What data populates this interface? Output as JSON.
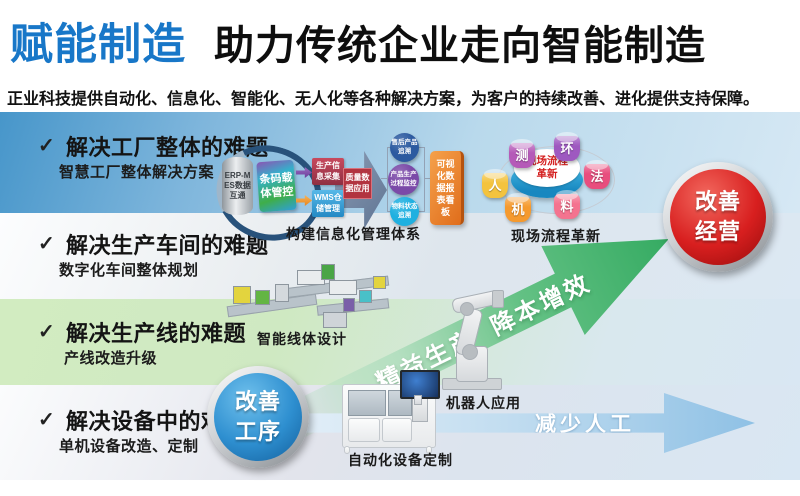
{
  "header": {
    "brand": "赋能制造",
    "title": "助力传统企业走向智能制造",
    "subtitle": "正业科技提供自动化、信息化、智能化、无人化等各种解决方案，为客户的持续改善、进化提供支持保障。"
  },
  "checklist": [
    {
      "check": "✓",
      "heading": "解决工厂整体的难题",
      "sub": "智慧工厂整体解决方案"
    },
    {
      "check": "✓",
      "heading": "解决生产车间的难题",
      "sub": "数字化车间整体规划"
    },
    {
      "check": "✓",
      "heading": "解决生产线的难题",
      "sub": "产线改造升级"
    },
    {
      "check": "✓",
      "heading": "解决设备中的难题",
      "sub": "单机设备改造、定制"
    }
  ],
  "info_system": {
    "cylinder": "ERP-MES数据互通",
    "barcode_box": "条码载体管控",
    "collect_box": "生产信息采集",
    "wms_box": "WMS仓储管理",
    "arrow_label": "质量数据应用",
    "circles": [
      {
        "label": "售后产品追溯",
        "color": "#2c5aa0"
      },
      {
        "label": "产品生产过程监控",
        "color": "#7b4aa8"
      },
      {
        "label": "物料状态追溯",
        "color": "#1fb0e0"
      }
    ],
    "board": "可视化数据报表看板",
    "caption": "构建信息化管理体系"
  },
  "process": {
    "center": "现场流程革新",
    "satellites": [
      {
        "label": "测",
        "color": "#b55ab8"
      },
      {
        "label": "环",
        "color": "#9e59c0"
      },
      {
        "label": "法",
        "color": "#e84e7e"
      },
      {
        "label": "料",
        "color": "#f4738f"
      },
      {
        "label": "机",
        "color": "#f59a2e"
      },
      {
        "label": "人",
        "color": "#f3c33e"
      }
    ],
    "caption": "现场流程革新"
  },
  "captions": {
    "line_design": "智能线体设计",
    "robot": "机器人应用",
    "equipment": "自动化设备定制"
  },
  "arrows": {
    "green_label": "精益生产  降本增效",
    "blue_label": "减少人工"
  },
  "buttons": {
    "left": "改善工序",
    "right": "改善经营"
  },
  "colors": {
    "brand_blue": "#1877C8",
    "green_arrow": "#35ab62",
    "blue_arrow": "#8fc1e5",
    "red_button": "#d81f1f",
    "blue_button": "#2e8fd0"
  }
}
